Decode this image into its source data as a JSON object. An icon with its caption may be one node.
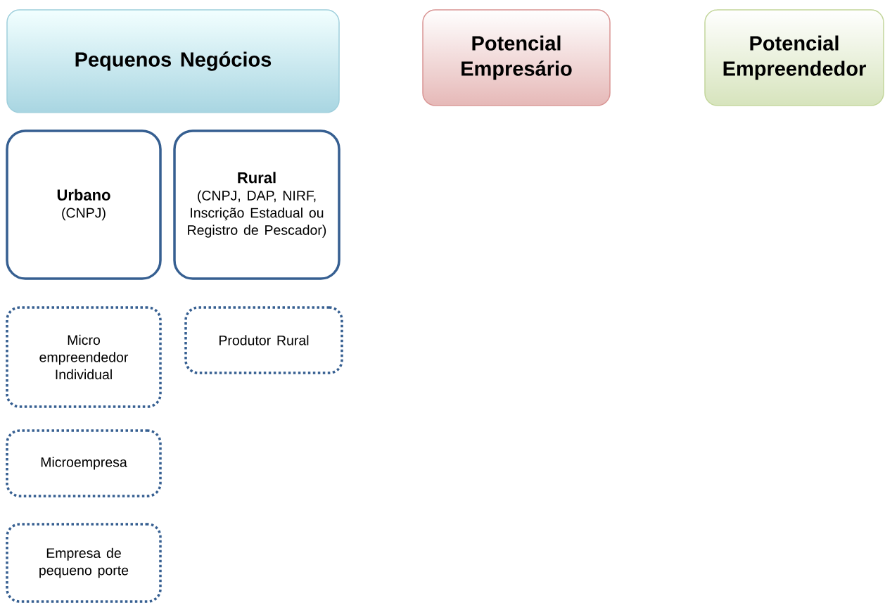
{
  "diagram": {
    "nodes": [
      {
        "text": [
          "Pequenos Negócios"
        ]
      },
      {
        "text": [
          "Potencial Empresário"
        ]
      },
      {
        "text": [
          "Potencial Empreendedor"
        ]
      },
      {
        "text": [
          "Urbano",
          "(CNPJ)"
        ]
      },
      {
        "text": [
          "Rural",
          "(CNPJ, DAP,  NIRF, Inscrição Estadual ou Registro de Pescador)"
        ]
      },
      {
        "text": [
          "Micro empreendedor Individual"
        ]
      },
      {
        "text": [
          "Produtor Rural"
        ]
      },
      {
        "text": [
          "Microempresa"
        ]
      },
      {
        "text": [
          "Empresa de pequeno porte"
        ]
      }
    ]
  }
}
